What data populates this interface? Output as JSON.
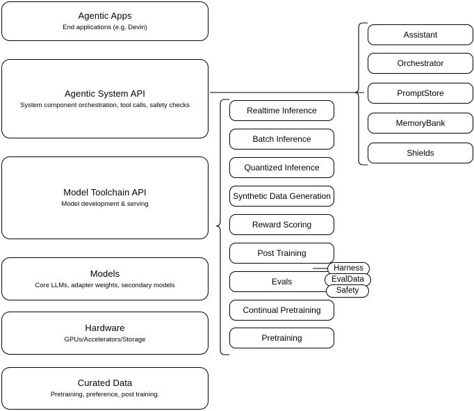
{
  "diagram": {
    "title": "AI stack layers diagram",
    "stroke_color": "#000000",
    "background_color": "#ffffff",
    "layers": [
      {
        "title": "Agentic Apps",
        "subtitle": "End applications (e.g. Devin)"
      },
      {
        "title": "Agentic System API",
        "subtitle": "System component orchestration, tool calls, safety checks"
      },
      {
        "title": "Model Toolchain API",
        "subtitle": "Model development & serving"
      },
      {
        "title": "Models",
        "subtitle": "Core LLMs, adapter weights, secondary models"
      },
      {
        "title": "Hardware",
        "subtitle": "GPUs/Accelerators/Storage"
      },
      {
        "title": "Curated Data",
        "subtitle": "Pretraining, preference, post training."
      }
    ],
    "toolchain_components": [
      {
        "label": "Realtime Inference"
      },
      {
        "label": "Batch Inference"
      },
      {
        "label": "Quantized Inference"
      },
      {
        "label": "Synthetic Data Generation"
      },
      {
        "label": "Reward Scoring"
      },
      {
        "label": "Post Training"
      },
      {
        "label": "Evals"
      },
      {
        "label": "Continual Pretraining"
      },
      {
        "label": "Pretraining"
      }
    ],
    "eval_subcomponents": [
      {
        "label": "Harness"
      },
      {
        "label": "EvalData"
      },
      {
        "label": "Safety"
      }
    ],
    "system_components": [
      {
        "label": "Assistant"
      },
      {
        "label": "Orchestrator"
      },
      {
        "label": "PromptStore"
      },
      {
        "label": "MemoryBank"
      },
      {
        "label": "Shields"
      }
    ]
  }
}
